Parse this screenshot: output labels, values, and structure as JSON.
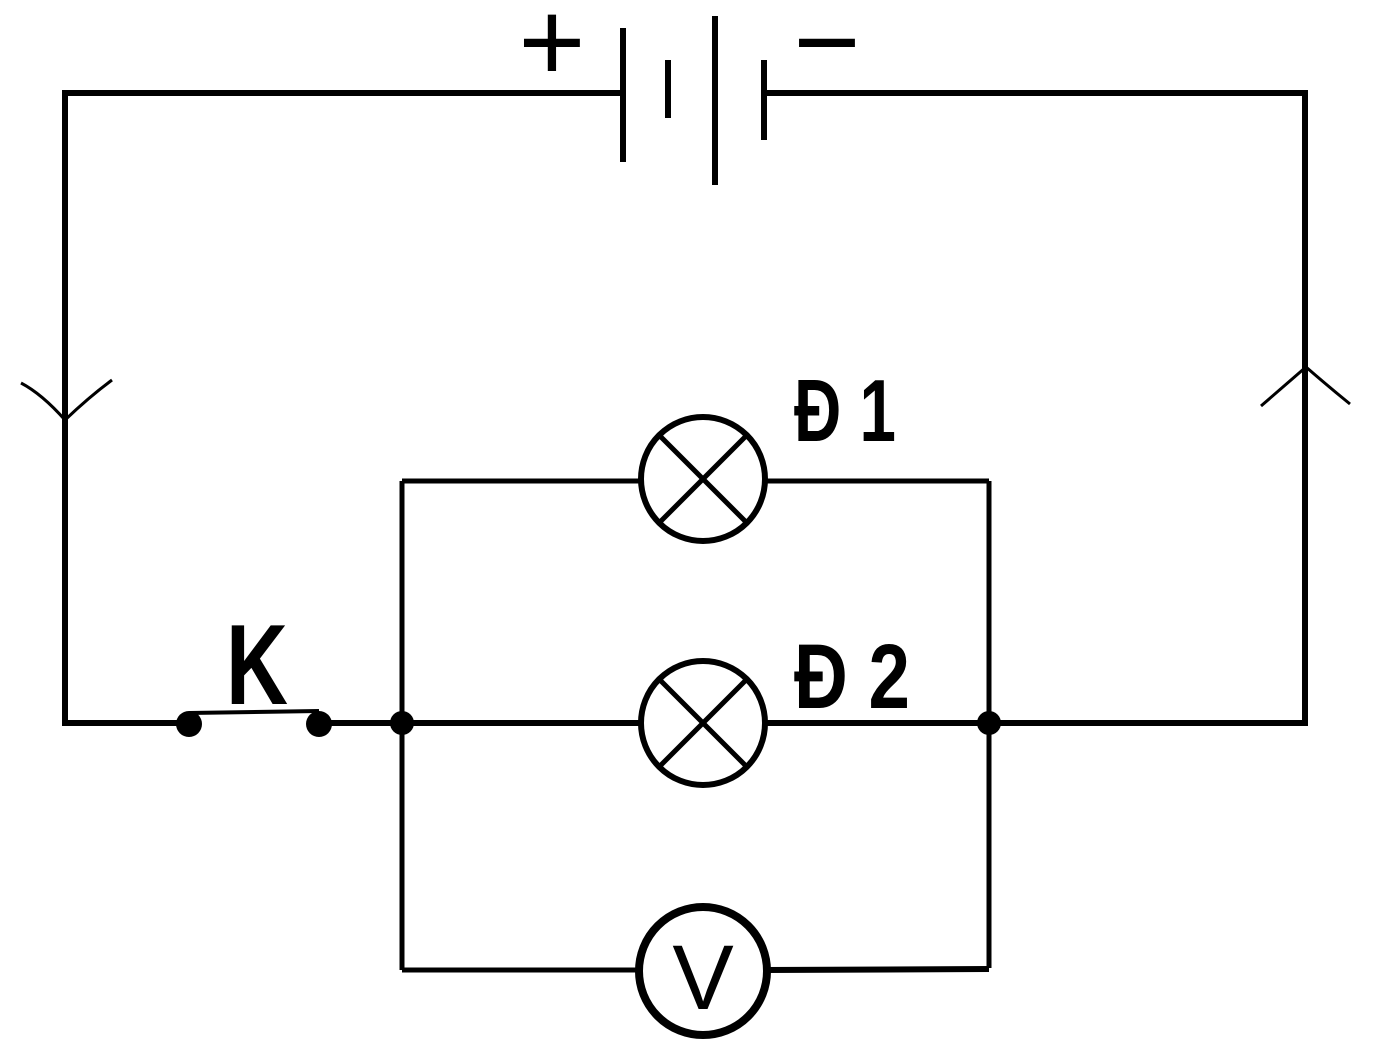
{
  "diagram": {
    "colors": {
      "line": "#000000",
      "background": "#ffffff"
    },
    "battery": {
      "positive_label": "+",
      "negative_label": "−"
    },
    "switch": {
      "label": "K"
    },
    "lamp1": {
      "label": "Đ 1"
    },
    "lamp2": {
      "label": "Đ 2"
    },
    "voltmeter": {
      "label": "V"
    }
  }
}
